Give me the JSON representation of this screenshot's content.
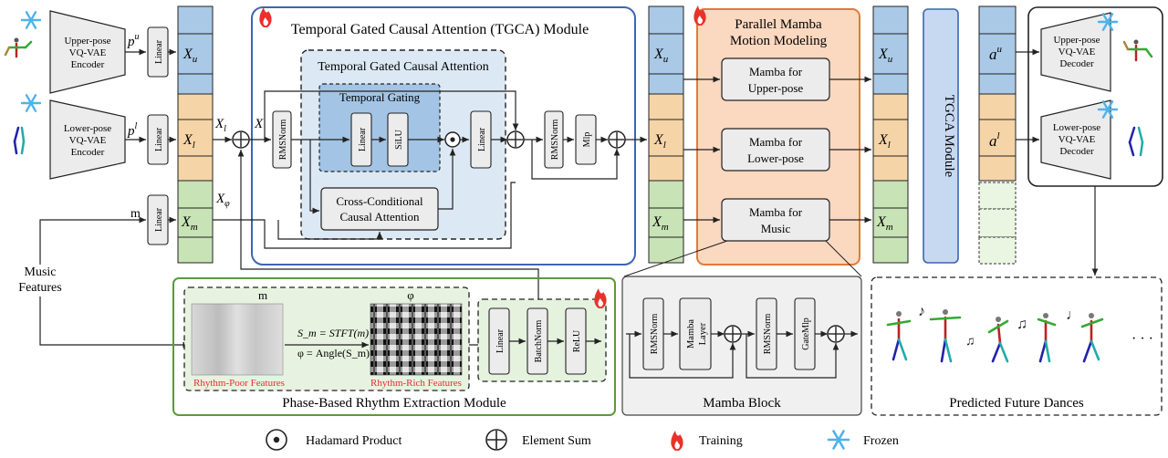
{
  "colors": {
    "blue": "#a9c9e6",
    "peach": "#f5d4a7",
    "green": "#c8e3b5",
    "tgca_border": "#3d66b0",
    "tgca_inner_fill": "#dce9f5",
    "gating_fill": "#a3c4e4",
    "mamba_fill": "#fbd8c0",
    "mamba_border": "#e07b39",
    "tgca_module_fill": "#c7d9f1",
    "block_fill": "#f0f0f0",
    "rhythm_border": "#5a9a3c",
    "rhythm_inner_fill": "#e5f2dd",
    "red_text": "#e03030",
    "fire": "#e8322a",
    "snow": "#4fb3e8"
  },
  "encoders": {
    "upper": [
      "Upper-pose",
      "VQ-VAE",
      "Encoder"
    ],
    "lower": [
      "Lower-pose",
      "VQ-VAE",
      "Encoder"
    ]
  },
  "decoders": {
    "upper": [
      "Upper-pose",
      "VQ-VAE",
      "Decoder"
    ],
    "lower": [
      "Lower-pose",
      "VQ-VAE",
      "Decoder"
    ]
  },
  "symbols": {
    "pu": "p",
    "pu_sup": "u",
    "pl": "p",
    "pl_sup": "l",
    "m": "m",
    "X": "X",
    "Xl_in": "X",
    "Xl_in_sub": "l",
    "Xphi": "X",
    "Xphi_sub": "φ",
    "Xu": "X",
    "Xu_sub": "u",
    "Xl": "X",
    "Xl_sub": "l",
    "Xm": "X",
    "Xm_sub": "m",
    "au": "a",
    "au_sup": "u",
    "al": "a",
    "al_sup": "l",
    "phi": "φ"
  },
  "linear_label": "Linear",
  "music_features": [
    "Music",
    "Features"
  ],
  "tgca": {
    "title": "Temporal Gated Causal Attention (TGCA) Module",
    "inner_title": "Temporal Gated Causal Attention",
    "gating_title": "Temporal Gating",
    "rmsnorm": "RMSNorm",
    "linear": "Linear",
    "silu": "SiLU",
    "mlp": "Mlp",
    "cross": [
      "Cross-Conditional",
      "Causal Attention"
    ]
  },
  "mamba_modeling": {
    "title": [
      "Parallel Mamba",
      "Motion Modeling"
    ],
    "upper": [
      "Mamba for",
      "Upper-pose"
    ],
    "lower": [
      "Mamba for",
      "Lower-pose"
    ],
    "music": [
      "Mamba for",
      "Music"
    ]
  },
  "tgca_module_label": "TGCA Module",
  "rhythm": {
    "title": "Phase-Based Rhythm Extraction Module",
    "m_label": "m",
    "phi_label": "φ",
    "poor": "Rhythm-Poor Features",
    "rich": "Rhythm-Rich Features",
    "eq1": "S_m = STFT(m)",
    "eq2": "φ = Angle(S_m)",
    "linear": "Linear",
    "batchnorm": "BatchNorm",
    "relu": "ReLU"
  },
  "mamba_block": {
    "title": "Mamba Block",
    "rmsnorm": "RMSNorm",
    "layer": [
      "Mamba",
      "Layer"
    ],
    "gatemlp": "GateMlp"
  },
  "predicted": {
    "title": "Predicted Future Dances",
    "ellipsis": "· · ·"
  },
  "legend": [
    {
      "icon": "hadamard-icon",
      "label": "Hadamard Product"
    },
    {
      "icon": "element-sum-icon",
      "label": "Element Sum"
    },
    {
      "icon": "fire-icon",
      "label": "Training"
    },
    {
      "icon": "snowflake-icon",
      "label": "Frozen"
    }
  ]
}
